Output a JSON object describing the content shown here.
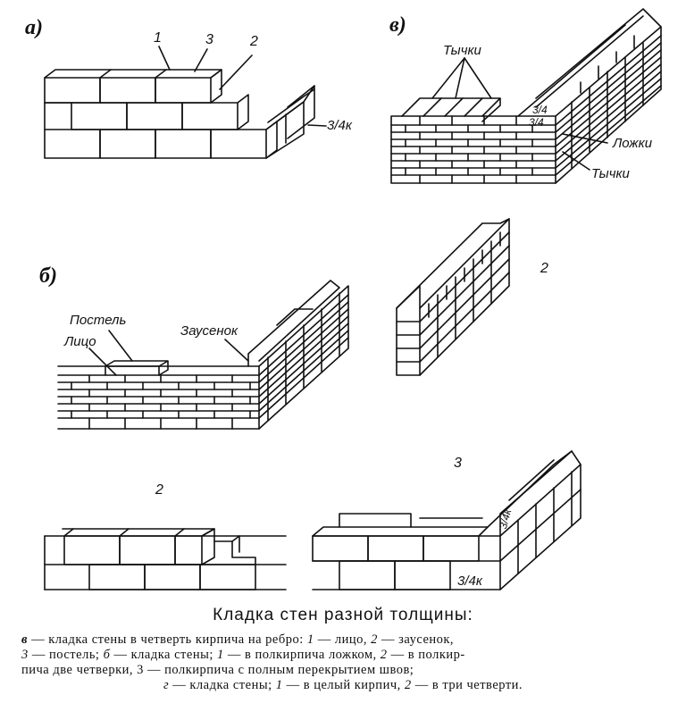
{
  "figure": {
    "panel_labels": {
      "a": "а)",
      "b_top": "в)",
      "b_mid": "б)",
      "g_right": "2",
      "g_bottom": "2",
      "n3": "3"
    },
    "labels": {
      "num1": "1",
      "num3": "3",
      "num2": "2",
      "three_quarter_a": "3/4к",
      "tychki_top": "Тычки",
      "three_quarter_1": "3/4",
      "three_quarter_2": "3/4",
      "lozhki": "Ложки",
      "tychki_side": "Тычки",
      "postel": "Постель",
      "litso": "Лицо",
      "zausenok": "Заусенок",
      "three_quarter_vert": "3/4к",
      "three_quarter_bottom": "3/4к"
    }
  },
  "caption": {
    "title": "Кладка стен разной толщины:",
    "line1_a": "в",
    "line1_b": " — кладка стены в четверть кирпича на ребро: ",
    "line1_c": "1",
    "line1_d": " — лицо, ",
    "line1_e": "2",
    "line1_f": " — заусенок,",
    "line2_a": "3",
    "line2_b": " — постель; ",
    "line2_c": "б",
    "line2_d": " — кладка стены; ",
    "line2_e": "1",
    "line2_f": " — в полкирпича ложком, ",
    "line2_g": "2",
    "line2_h": " — в полкир-",
    "line3": "пича две четверки, 3 — полкирпича с полным перекрытием швов;",
    "line4_a": "г",
    "line4_b": " — кладка стены; ",
    "line4_c": "1",
    "line4_d": " — в целый кирпич, ",
    "line4_e": "2",
    "line4_f": " — в три четверти."
  }
}
